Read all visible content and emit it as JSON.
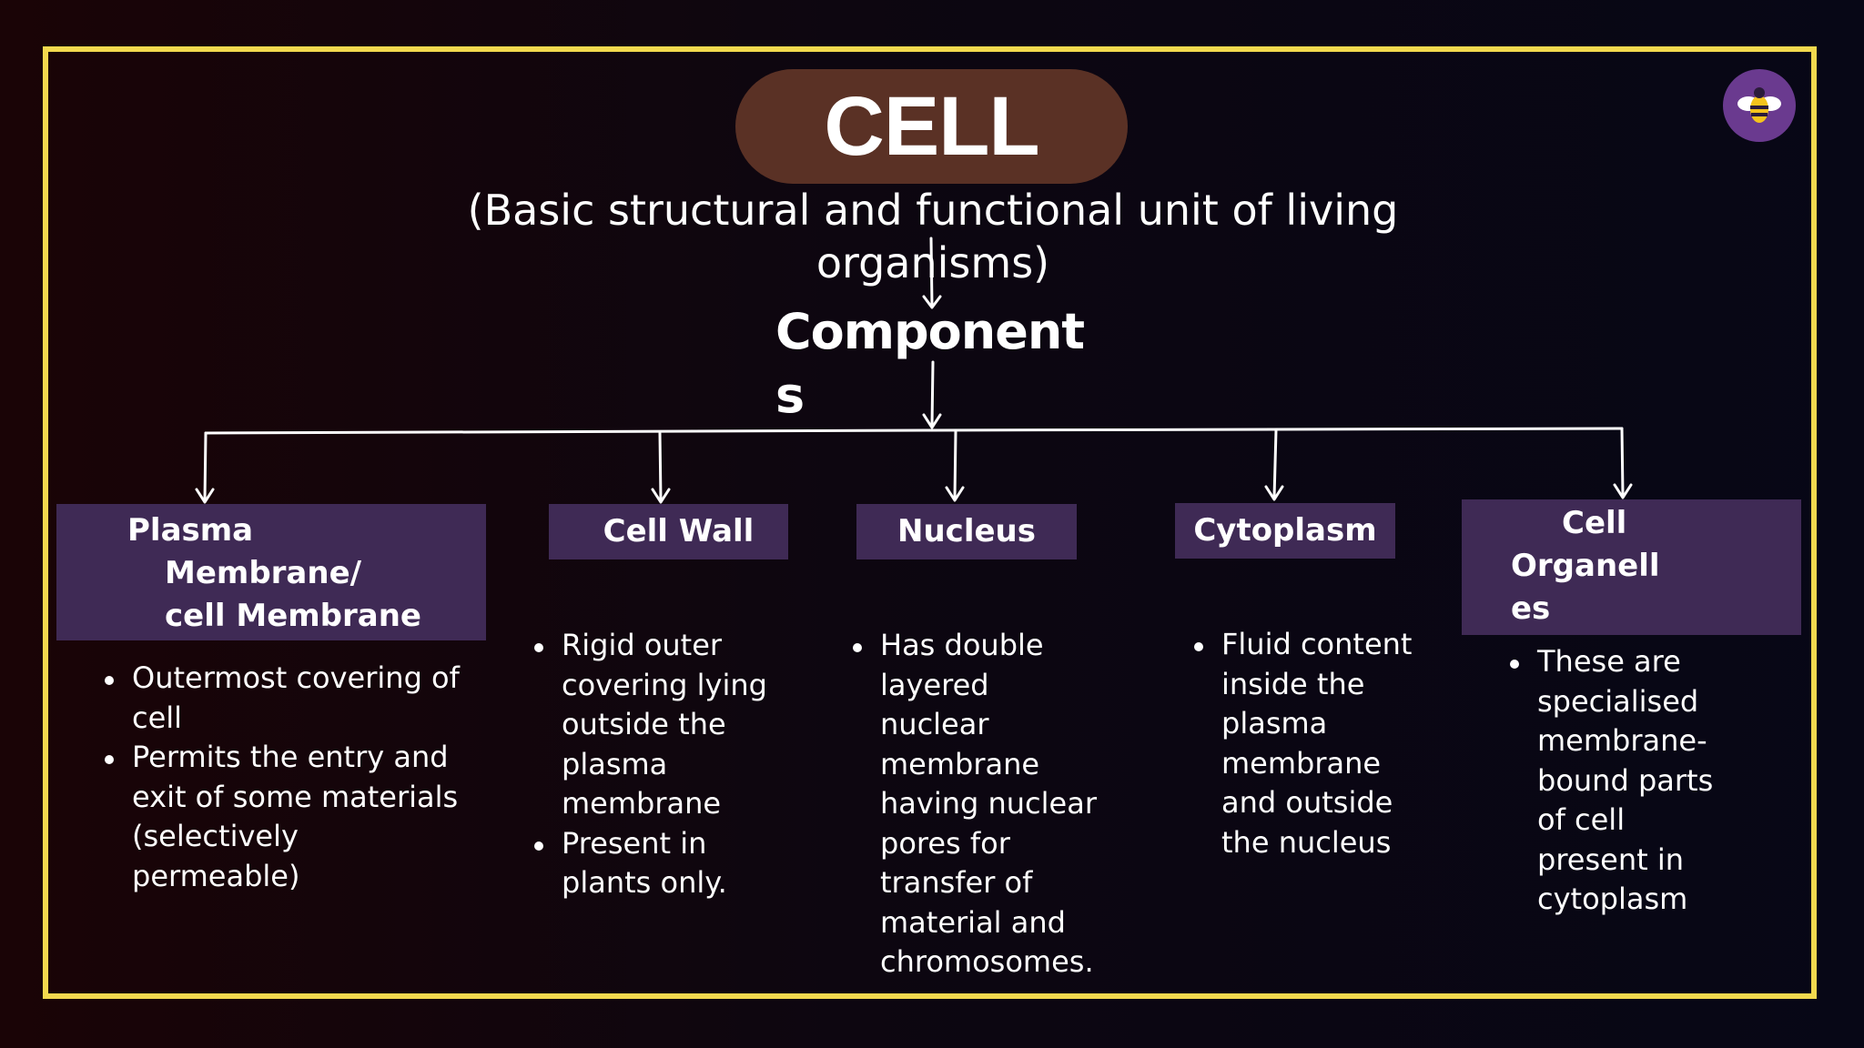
{
  "title": "CELL",
  "subtitle": "(Basic structural and functional unit of living organisms)",
  "components_label": "Components",
  "logo_icon": "bee-icon",
  "colors": {
    "border": "#f2d94e",
    "title_pill": "#5a3125",
    "header_box": "#3f2a55",
    "logo_bg": "#6a3a8f"
  },
  "components": [
    {
      "name_lines": [
        "Plasma",
        "Membrane/",
        "cell Membrane"
      ],
      "points": [
        "Outermost covering of cell",
        "Permits the entry and exit of some materials (selectively permeable)"
      ]
    },
    {
      "name_lines": [
        "Cell Wall"
      ],
      "points": [
        "Rigid outer covering lying outside the plasma membrane",
        "Present in plants only."
      ]
    },
    {
      "name_lines": [
        "Nucleus"
      ],
      "points": [
        "Has double layered nuclear membrane having nuclear pores for transfer of material and chromosomes."
      ]
    },
    {
      "name_lines": [
        "Cytoplasm"
      ],
      "points": [
        "Fluid content inside the plasma membrane and outside the nucleus"
      ]
    },
    {
      "name_lines": [
        "Cell",
        "Organell",
        "es"
      ],
      "points": [
        "These are specialised membrane-bound parts of cell present in cytoplasm"
      ]
    }
  ]
}
